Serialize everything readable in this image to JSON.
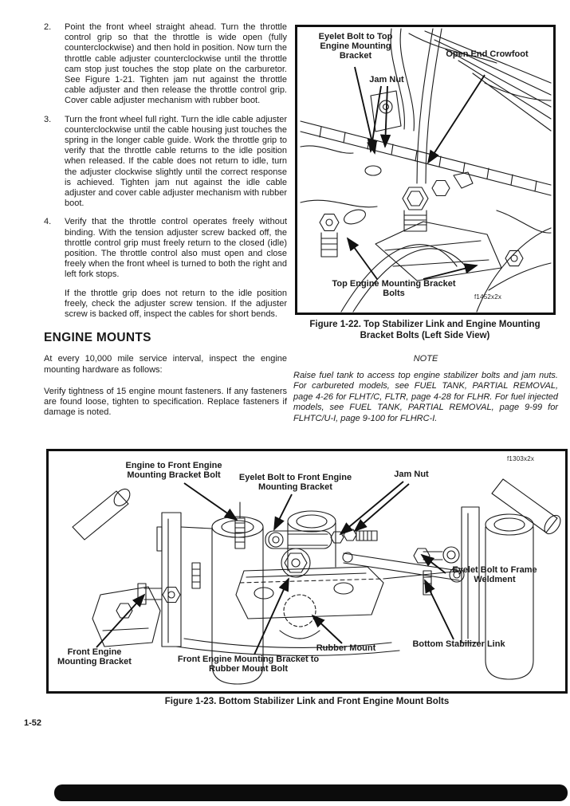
{
  "page": {
    "number": "1-52"
  },
  "left_column": {
    "steps": [
      {
        "num": "2.",
        "text": "Point the front wheel straight ahead. Turn the throttle control grip so that the throttle is wide open (fully counterclockwise) and then hold in position. Now turn the throttle cable adjuster counterclockwise until the throttle cam stop just touches the stop plate on the carburetor. See Figure 1-21. Tighten jam nut against the throttle cable adjuster and then release the throttle control grip. Cover cable adjuster mechanism with rubber boot."
      },
      {
        "num": "3.",
        "text": "Turn the front wheel full right. Turn the idle cable adjuster counterclockwise until the cable housing just touches the spring in the longer cable guide. Work the throttle grip to verify that the throttle cable returns to the idle position when released. If the cable does not return to idle, turn the adjuster clockwise slightly until the correct response is achieved. Tighten jam nut against the idle cable adjuster and cover cable adjuster mechanism with rubber boot."
      },
      {
        "num": "4.",
        "text": "Verify that the throttle control operates freely without binding. With the tension adjuster screw backed off, the throttle control grip must freely return to the closed (idle) position. The throttle control also must open and close freely when the front wheel is turned to both the right and left fork stops."
      }
    ],
    "step4_extra": "If the throttle grip does not return to the idle position freely, check the adjuster screw tension. If the adjuster screw is backed off, inspect the cables for short bends.",
    "engine_mounts": {
      "heading": "ENGINE MOUNTS",
      "para1": "At every 10,000 mile service interval, inspect the engine mounting hardware as follows:",
      "para2": "Verify tightness of 15 engine mount fasteners. If any fasteners are found loose, tighten to specification. Replace fasteners if damage is noted."
    }
  },
  "note": {
    "heading": "NOTE",
    "text": "Raise fuel tank to access top engine stabilizer bolts and jam nuts. For carbureted models, see FUEL TANK, PARTIAL REMOVAL, page 4-26 for FLHT/C, FLTR, page 4-28 for FLHR. For fuel injected models, see FUEL TANK, PARTIAL REMOVAL, page 9-99 for FLHTC/U-I, page 9-100 for FLHRC-I."
  },
  "figure_1_22": {
    "code": "f1452x2x",
    "caption": "Figure 1-22. Top Stabilizer Link and Engine Mounting Bracket Bolts (Left Side View)",
    "labels": {
      "eyelet_bolt": "Eyelet Bolt to Top Engine Mounting Bracket",
      "open_end_crowfoot": "Open End Crowfoot",
      "jam_nut": "Jam Nut",
      "bracket_bolts": "Top Engine Mounting Bracket Bolts"
    }
  },
  "figure_1_23": {
    "code": "f1303x2x",
    "caption": "Figure 1-23. Bottom Stabilizer Link and Front Engine Mount Bolts",
    "labels": {
      "engine_to_front_bracket_bolt": "Engine to Front Engine Mounting Bracket Bolt",
      "eyelet_bolt_front_bracket": "Eyelet Bolt to Front Engine Mounting Bracket",
      "jam_nut": "Jam Nut",
      "eyelet_bolt_frame_weldment": "Eyelet Bolt to Frame Weldment",
      "front_engine_mounting_bracket": "Front Engine Mounting Bracket",
      "front_bracket_to_rubber_mount_bolt": "Front Engine Mounting Bracket to Rubber Mount Bolt",
      "rubber_mount": "Rubber Mount",
      "bottom_stabilizer_link": "Bottom Stabilizer Link"
    }
  }
}
